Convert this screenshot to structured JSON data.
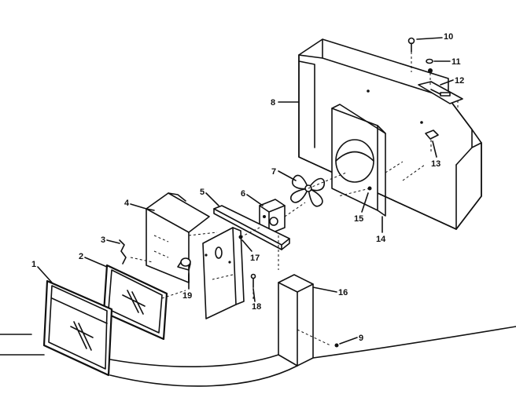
{
  "labels": {
    "p1": "1",
    "p2": "2",
    "p3": "3",
    "p4": "4",
    "p5": "5",
    "p6": "6",
    "p7": "7",
    "p8": "8",
    "p9": "9",
    "p10": "10",
    "p11": "11",
    "p12": "12",
    "p13": "13",
    "p14": "14",
    "p15": "15",
    "p16": "16",
    "p17": "17",
    "p18": "18",
    "p19": "19"
  }
}
